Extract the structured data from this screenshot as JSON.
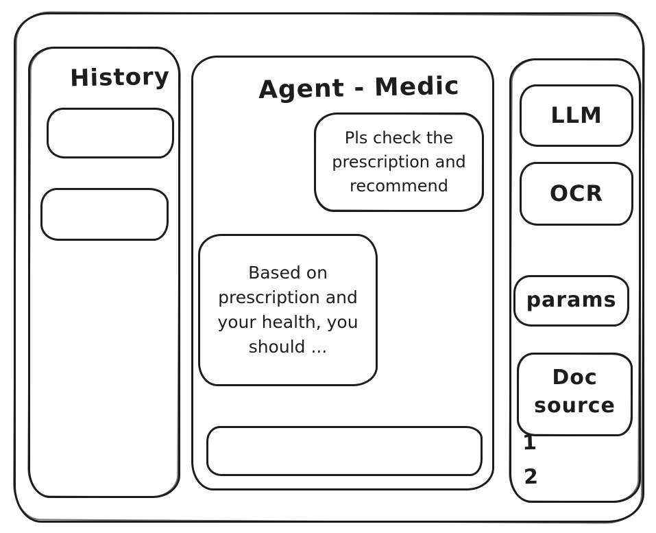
{
  "colors": {
    "ink": "#1d1d1d",
    "paper": "#ffffff"
  },
  "history_panel": {
    "title": "History",
    "items": [
      {
        "label": ""
      },
      {
        "label": ""
      }
    ]
  },
  "chat_panel": {
    "title": "Agent - Medic",
    "messages": [
      {
        "role": "user",
        "text": "Pls check the prescription and recommend"
      },
      {
        "role": "agent",
        "text": "Based on prescription and your health, you should ..."
      }
    ],
    "input": {
      "value": "",
      "placeholder": ""
    }
  },
  "tools_panel": {
    "buttons": [
      {
        "label": "LLM"
      },
      {
        "label": "OCR"
      },
      {
        "label": "params"
      },
      {
        "label": "Doc source"
      }
    ],
    "doc_source_list": [
      "1",
      "2"
    ]
  }
}
